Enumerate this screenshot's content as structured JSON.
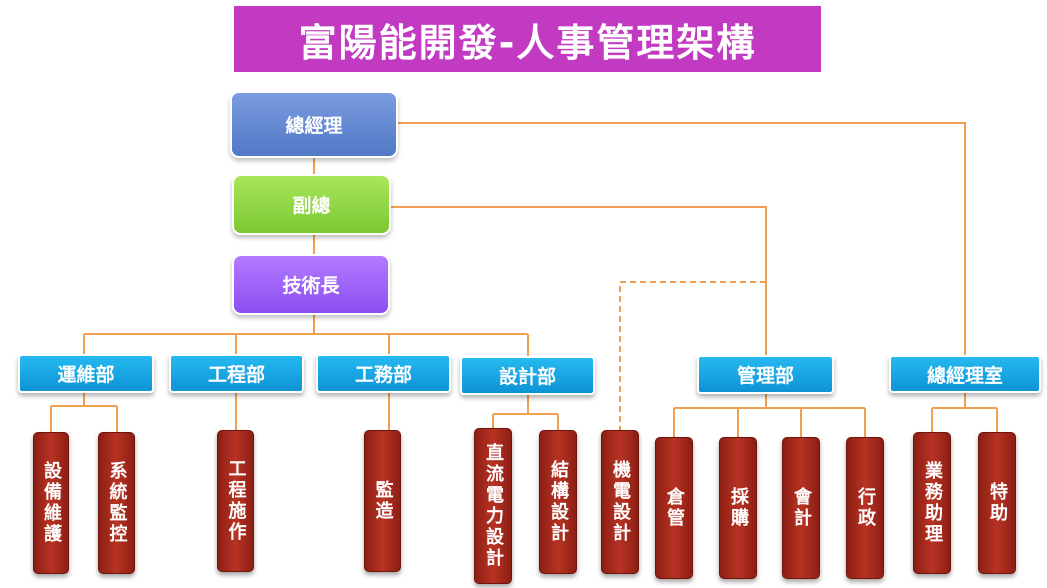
{
  "title": "富陽能開發-人事管理架構",
  "top": {
    "general_manager": "總經理",
    "deputy": "副總",
    "cto": "技術長"
  },
  "departments": {
    "ops": "運維部",
    "engineering": "工程部",
    "works": "工務部",
    "design": "設計部",
    "management": "管理部",
    "gm_office": "總經理室"
  },
  "units": {
    "equipment_maintenance": "設備維護",
    "system_monitoring": "系統監控",
    "construction": "工程施作",
    "supervision": "監造",
    "dc_power_design": "直流電力設計",
    "structural_design": "結構設計",
    "mep_design": "機電設計",
    "warehouse": "倉管",
    "procurement": "採購",
    "accounting": "會計",
    "administration": "行政",
    "business_assistant": "業務助理",
    "special_assistant": "特助"
  },
  "colors": {
    "title_bg": "#c23ac2",
    "gm": "#5f86d4",
    "deputy": "#8fd642",
    "cto": "#9c62f8",
    "department": "#14a6e3",
    "unit": "#a3291b",
    "connector": "#f0a050"
  }
}
